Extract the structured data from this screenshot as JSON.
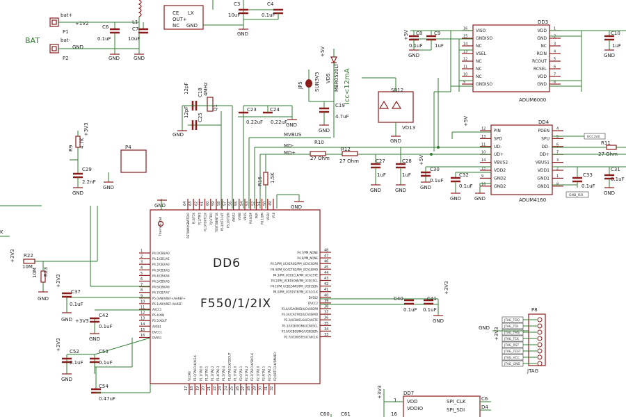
{
  "colors": {
    "wire": "#2e7d2e",
    "body": "#8b1a1a",
    "text": "#222222",
    "power_flag": "#8b1a1a"
  },
  "mcu": {
    "ref": "DD6",
    "part": "F550/1/2IX",
    "thermal_pad": "Thermal Pad",
    "left_pins": [
      {
        "num": "1",
        "name": "P4.0/CB0/A0"
      },
      {
        "num": "2",
        "name": "P4.1/CB1/A1"
      },
      {
        "num": "3",
        "name": "P4.2/CB2/A2"
      },
      {
        "num": "4",
        "name": "P4.3/CB3/A3"
      },
      {
        "num": "5",
        "name": "P4.4/CB4/A4"
      },
      {
        "num": "6",
        "name": "P4.5/CB5/A5"
      },
      {
        "num": "7",
        "name": "P4.6/CB6/A6"
      },
      {
        "num": "8",
        "name": "P4.7/CB7/A7"
      },
      {
        "num": "9",
        "name": "P5.0/A8/VREF+/VeREF+"
      },
      {
        "num": "10",
        "name": "P5.1/A9/VREF-/VeREF-"
      },
      {
        "num": "11",
        "name": "AVCC1"
      },
      {
        "num": "12",
        "name": "P5.4/XIN"
      },
      {
        "num": "13",
        "name": "P5.5/XOUT"
      },
      {
        "num": "14",
        "name": "AVSS1"
      },
      {
        "num": "15",
        "name": "DVCC1"
      },
      {
        "num": "16",
        "name": "DVSS1"
      }
    ],
    "right_pins": [
      {
        "num": "48",
        "name": "P4.7/PM_NONE"
      },
      {
        "num": "47",
        "name": "P4.6/PM_NONE"
      },
      {
        "num": "46",
        "name": "P4.5/PM_UCA1RXD/PM_UCA1SOMI"
      },
      {
        "num": "45",
        "name": "P4.4/PM_UCA1TXD/PM_UCA1SIMO"
      },
      {
        "num": "44",
        "name": "P4.3/PM_UCB1CLK/PM_UCA1STE"
      },
      {
        "num": "43",
        "name": "P4.2/PM_UCB1SOMI/PM_UCB1SCL"
      },
      {
        "num": "42",
        "name": "P4.1/PM_UCB1SIMO/PM_UCB1SDA"
      },
      {
        "num": "41",
        "name": "P4.0/PM_UCB1STE/PM_UCA1CLK"
      },
      {
        "num": "40",
        "name": "DVSS2"
      },
      {
        "num": "39",
        "name": "DVCC2"
      },
      {
        "num": "38",
        "name": "P3.4/UCA0RXD/UCA0SOMI"
      },
      {
        "num": "37",
        "name": "P3.3/UCA0TXD/UCA0SIMO"
      },
      {
        "num": "36",
        "name": "P3.2/UCB0CLK/UCA0STE"
      },
      {
        "num": "35",
        "name": "P3.1/UCB0SOMI/UCB0SCL"
      },
      {
        "num": "34",
        "name": "P3.0/UCB0SIMO/UCB0SDA"
      },
      {
        "num": "33",
        "name": "P2.7/UCB0STE/UCA0CLK"
      }
    ],
    "top_pins": [
      {
        "num": "64",
        "name": "RST/NMI/SBWTDIO"
      },
      {
        "num": "63",
        "name": "PJ.3/TCK"
      },
      {
        "num": "62",
        "name": "PJ.2/TMS"
      },
      {
        "num": "61",
        "name": "PJ.1/TDI/TCLK"
      },
      {
        "num": "60",
        "name": "PJ.0/TDO"
      },
      {
        "num": "59",
        "name": "TEST/SBWTCK"
      },
      {
        "num": "58",
        "name": "P5.3/XT2OUT"
      },
      {
        "num": "57",
        "name": "P5.2/XT2IN"
      },
      {
        "num": "56",
        "name": "AVSS2"
      },
      {
        "num": "55",
        "name": "VUSB"
      },
      {
        "num": "54",
        "name": "VBUS"
      },
      {
        "num": "53",
        "name": "PU.0/DP"
      },
      {
        "num": "52",
        "name": "PUR"
      },
      {
        "num": "51",
        "name": "PU.1/DM"
      },
      {
        "num": "50",
        "name": "VSSU"
      },
      {
        "num": "49",
        "name": "V18"
      }
    ],
    "bottom_pins": [
      {
        "num": "17",
        "name": "VCORE"
      },
      {
        "num": "18",
        "name": "P1.0/TA0CLK/ACLK"
      },
      {
        "num": "19",
        "name": "P1.1/TA0.0"
      },
      {
        "num": "20",
        "name": "P1.2/TA0.1"
      },
      {
        "num": "21",
        "name": "P1.3/TA0.2"
      },
      {
        "num": "22",
        "name": "P1.4/TA0.3"
      },
      {
        "num": "23",
        "name": "P1.5/TA0.4"
      },
      {
        "num": "24",
        "name": "P1.6/TA1CLK/CBOUT"
      },
      {
        "num": "25",
        "name": "P1.7/TA1.0"
      },
      {
        "num": "26",
        "name": "P2.0/TA1.1"
      },
      {
        "num": "27",
        "name": "P2.1/TA1.2"
      },
      {
        "num": "28",
        "name": "P2.2/TA2CLK/SMCLK"
      },
      {
        "num": "29",
        "name": "P2.3/TA2.0"
      },
      {
        "num": "30",
        "name": "P2.4/TA2.1"
      },
      {
        "num": "31",
        "name": "P2.5/TA2.2"
      },
      {
        "num": "32",
        "name": "P2.6/RTCCLK/DMAE0"
      }
    ]
  },
  "dd3": {
    "ref": "DD3",
    "part": "ADUM6000",
    "left_pins": [
      {
        "num": "16",
        "name": "VISO"
      },
      {
        "num": "15",
        "name": "GNDISO"
      },
      {
        "num": "14",
        "name": "NC"
      },
      {
        "num": "13",
        "name": "VSEL"
      },
      {
        "num": "12",
        "name": "NC"
      },
      {
        "num": "11",
        "name": "NC"
      },
      {
        "num": "10",
        "name": "NC"
      },
      {
        "num": "9",
        "name": "GNDISO"
      }
    ],
    "right_pins": [
      {
        "num": "1",
        "name": "VDD"
      },
      {
        "num": "2",
        "name": "GND"
      },
      {
        "num": "3",
        "name": "NC"
      },
      {
        "num": "4",
        "name": "RCIN"
      },
      {
        "num": "5",
        "name": "RCOUT"
      },
      {
        "num": "6",
        "name": "RCSEL"
      },
      {
        "num": "7",
        "name": "VDD"
      },
      {
        "num": "8",
        "name": "GND"
      }
    ]
  },
  "dd4": {
    "ref": "DD4",
    "part": "ADUM4160",
    "left_pins": [
      {
        "num": "12",
        "name": "PIN"
      },
      {
        "num": "13",
        "name": "SPD"
      },
      {
        "num": "11",
        "name": "UD-"
      },
      {
        "num": "10",
        "name": "UD+"
      },
      {
        "num": "14",
        "name": "VBUS2"
      },
      {
        "num": "15",
        "name": "VDD2"
      },
      {
        "num": "9",
        "name": "GND2"
      },
      {
        "num": "16",
        "name": "GND2"
      }
    ],
    "right_pins": [
      {
        "num": "4",
        "name": "PDEN"
      },
      {
        "num": "5",
        "name": "SPU"
      },
      {
        "num": "6",
        "name": "DD-"
      },
      {
        "num": "7",
        "name": "DD+"
      },
      {
        "num": "3",
        "name": "VBUS1"
      },
      {
        "num": "2",
        "name": "VDD1"
      },
      {
        "num": "1",
        "name": "GND1"
      },
      {
        "num": "8",
        "name": "GND1"
      }
    ]
  },
  "dd7": {
    "ref": "DD7",
    "pins": [
      {
        "num": "1",
        "name": "VDD"
      },
      {
        "num": "16",
        "name": "VDDIO"
      }
    ],
    "right": [
      {
        "num": "C6",
        "name": "SPI_CLK"
      },
      {
        "num": "D4",
        "name": "SPI_SDI"
      }
    ]
  },
  "battery": {
    "label": "BAT",
    "p1": "P1",
    "p2": "P2",
    "p1_net": "bat+",
    "p2_net": "bat-",
    "v_net": "+1V2",
    "gnd_net": "GND"
  },
  "left_power": {
    "c6": "C6",
    "c6_val": "0.1uF",
    "l1": "L1",
    "c7": "C7",
    "c7_val": "10uF",
    "gnd": "GND"
  },
  "reg": {
    "pins": [
      "CE",
      "LX",
      "OUT+",
      "NC",
      "GND",
      "NC"
    ],
    "c3": "C3",
    "c3_val": "10uF",
    "c4": "C4",
    "c4_val": "0.1uF",
    "gnd": "GND"
  },
  "iso_caps": [
    {
      "ref": "C8",
      "val": "0.1uF"
    },
    {
      "ref": "C9",
      "val": "1uF"
    },
    {
      "ref": "C10",
      "val": "1uF"
    },
    {
      "ref": "C27",
      "val": "1uF"
    },
    {
      "ref": "C28",
      "val": "1uF"
    },
    {
      "ref": "C30",
      "val": "0.1uF"
    },
    {
      "ref": "C32",
      "val": "0.1uF"
    },
    {
      "ref": "C33",
      "val": "0.1uF"
    },
    {
      "ref": "C31",
      "val": "0.1uF"
    }
  ],
  "usb": {
    "vd5": "VD5",
    "vd5_part": "MBR0520LT",
    "jp5": "JP5",
    "jp5_net": "SUN3V3",
    "icc": "Icc<12mA",
    "c19": "C19",
    "c19_val": "4.7uF",
    "r10": "R10",
    "r10_val": "27 Ohm",
    "r12": "R12",
    "r12_val": "27 Ohm",
    "r11": "R11",
    "r11_val": "27 Ohm",
    "r16": "R16",
    "r16_val": "1.5K",
    "mvbus": "MVBUS",
    "md_minus": "MD-",
    "md_plus": "MD+",
    "vd13": "VD13",
    "sb12": "SB12",
    "ucc": "UCC3V0",
    "gnd_tag": "GND_ISO",
    "c23": "C23",
    "c23_val": "0.22uF",
    "c24": "C24",
    "c24_val": "0.22uF"
  },
  "crystal": {
    "c18": "C18",
    "c18_val": "12pF",
    "c25": "C25",
    "c25_val": "12pF",
    "q": "4MHz",
    "zq": "Q1"
  },
  "left_block": {
    "r9": "R9",
    "r9_val": "4.7K",
    "c29": "C29",
    "c29_val": "2.2nF",
    "p4": "P4",
    "r22": "R22",
    "r22_val": "10M",
    "r23": "R23",
    "r23_val": "10M",
    "k_label": "K",
    "c37": "C37",
    "c37_val": "0.1uF",
    "c42": "C42",
    "c42_val": "0.1uF",
    "c52": "C52",
    "c52_val": "0.1uF",
    "c53": "C53",
    "c53_val": "0.1uF",
    "c54": "C54",
    "c54_val": "0.47uF"
  },
  "right_caps": [
    {
      "ref": "C40",
      "val": "0.1uF"
    },
    {
      "ref": "C41",
      "val": "0.1uF"
    }
  ],
  "jtag": {
    "ref": "P8",
    "label": "JTAG",
    "pins": [
      "JTAG_TDO",
      "JTAG_TDI",
      "JTAG_TMS",
      "JTAG_TCK",
      "JTAG_RST",
      "JTAG_TEST",
      "JTAG_VCC",
      "JTAG_GND"
    ]
  },
  "bottom": {
    "c60": "C60",
    "c61": "C61"
  },
  "nets": {
    "v33": "+3V3",
    "v5": "+5V",
    "gnd": "GND"
  }
}
